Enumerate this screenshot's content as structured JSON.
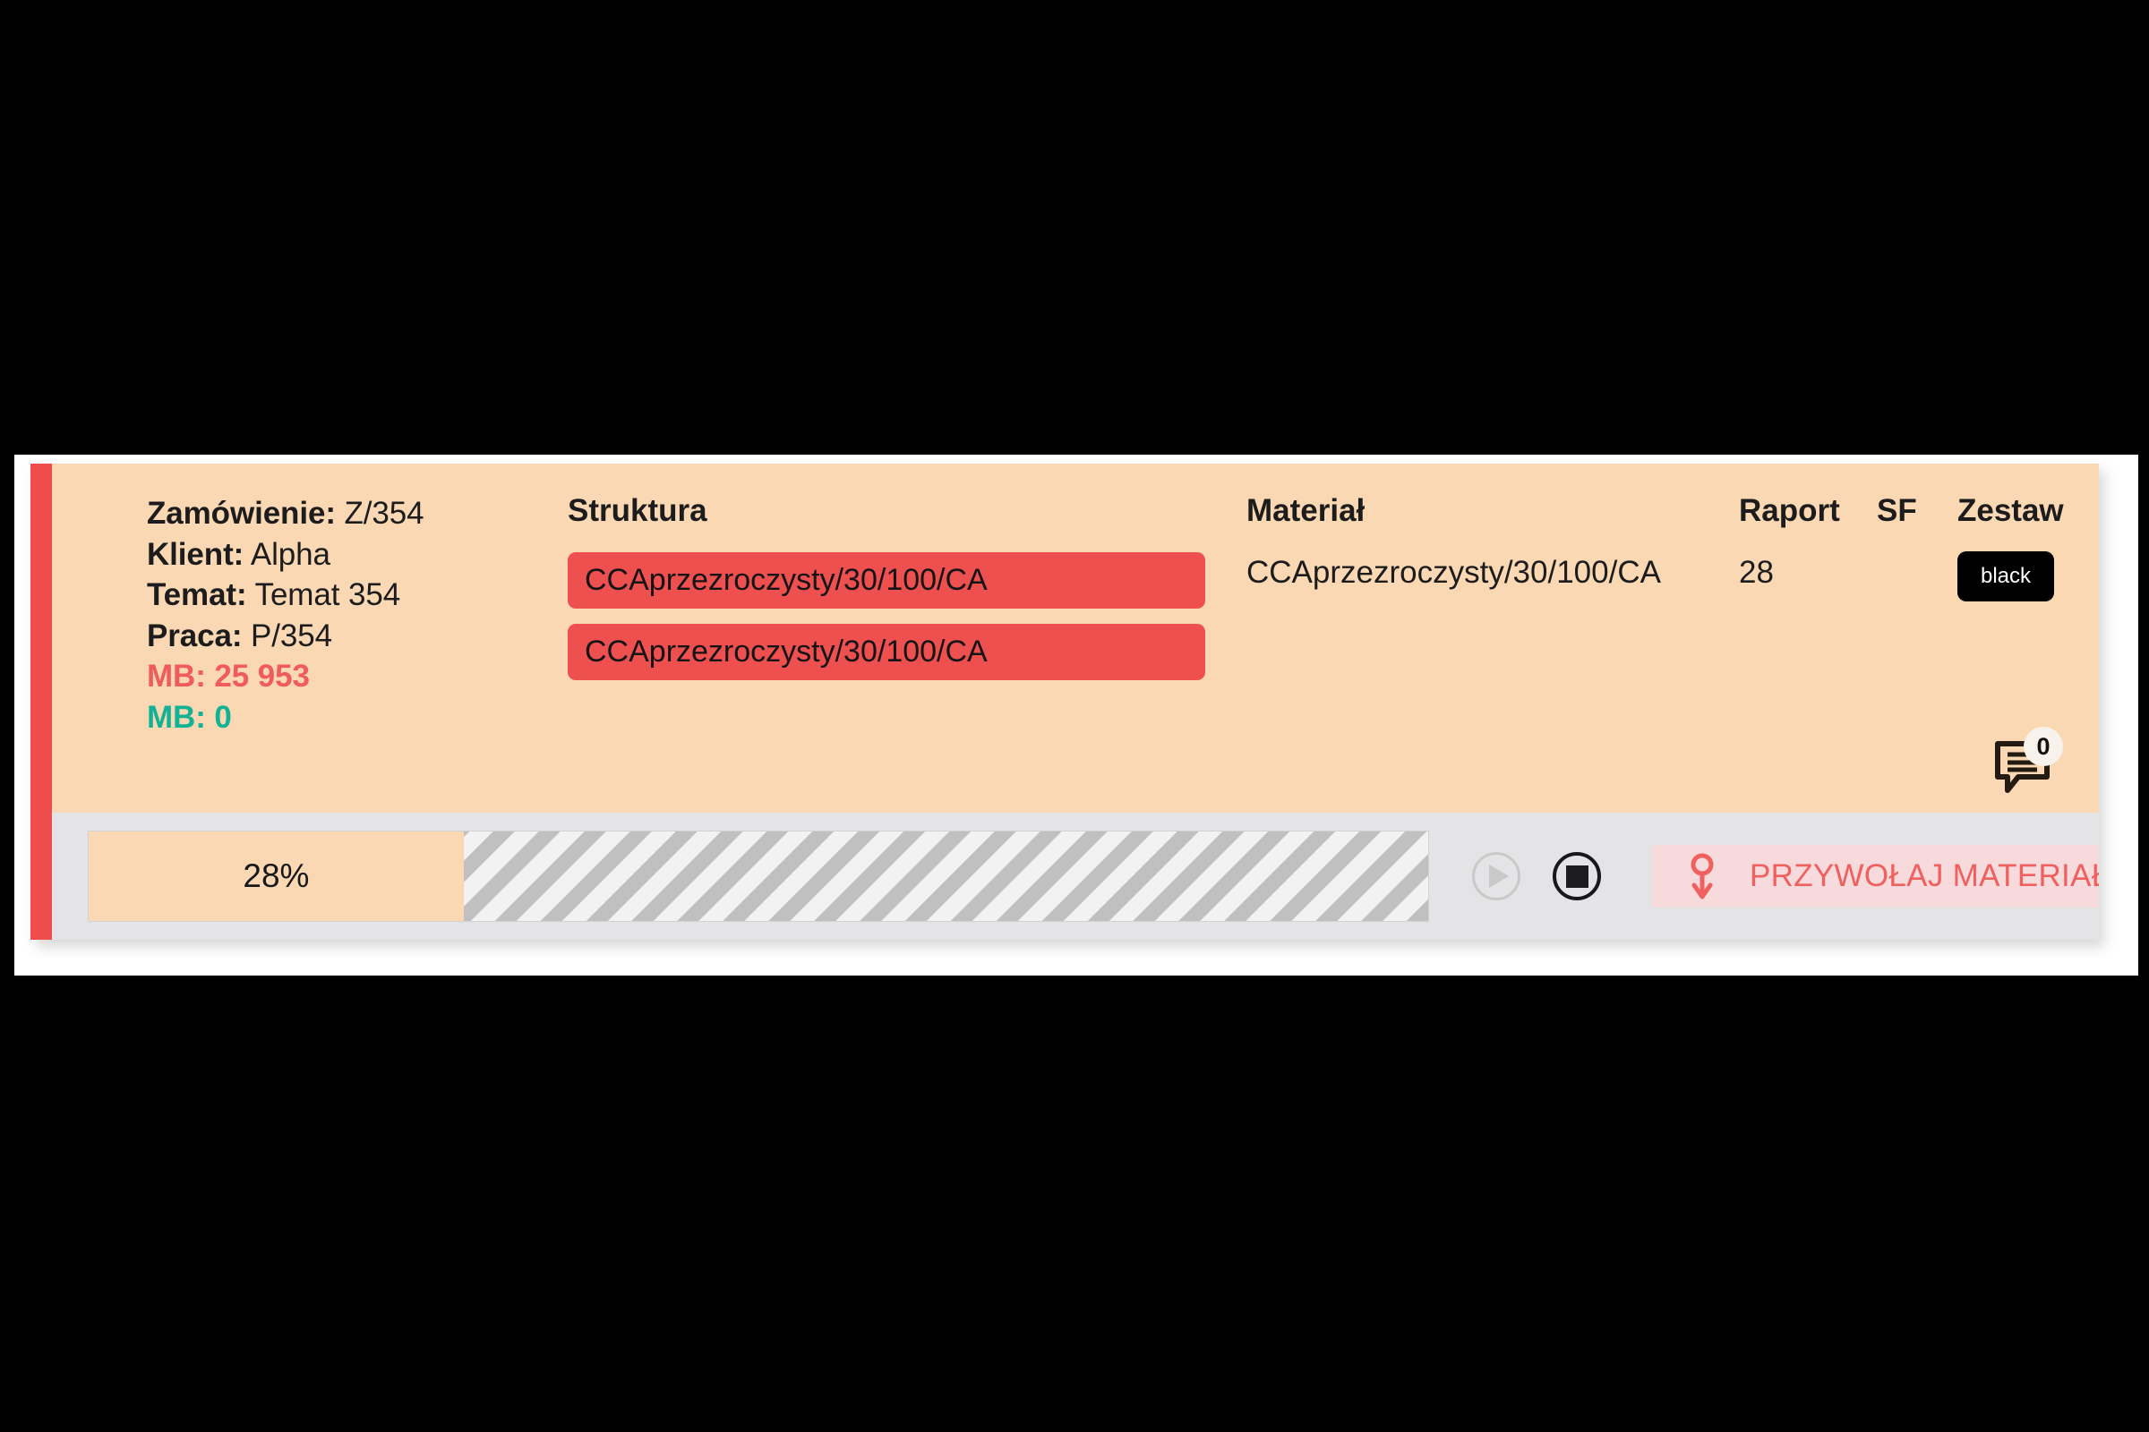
{
  "card": {
    "accent_color": "#ef4d4d",
    "background_color": "#fbd8b4",
    "info": {
      "order_label": "Zamówienie:",
      "order_value": "Z/354",
      "client_label": "Klient:",
      "client_value": "Alpha",
      "topic_label": "Temat:",
      "topic_value": "Temat 354",
      "job_label": "Praca:",
      "job_value": "P/354",
      "mb_done_label": "MB:",
      "mb_done_value": "25 953",
      "mb_done_color": "#f05b5b",
      "mb_left_label": "MB:",
      "mb_left_value": "0",
      "mb_left_color": "#12b394"
    },
    "columns": {
      "struktura_header": "Struktura",
      "material_header": "Materiał",
      "raport_header": "Raport",
      "sf_header": "SF",
      "zestaw_header": "Zestaw"
    },
    "struktura_chips": [
      "CCAprzezroczysty/30/100/CA",
      "CCAprzezroczysty/30/100/CA"
    ],
    "material_value": "CCAprzezroczysty/30/100/CA",
    "raport_value": "28",
    "zestaw_badge": "black",
    "comments": {
      "count": "0",
      "icon": "comment-bubble-icon"
    }
  },
  "footer": {
    "progress": {
      "percent_label": "28%",
      "percent_value": 28
    },
    "play_button": {
      "icon": "play-icon",
      "enabled": false
    },
    "stop_button": {
      "icon": "stop-icon",
      "enabled": true
    },
    "summon_button": {
      "label": "PRZYWOŁAJ MATERIAŁ",
      "icon": "summon-material-icon",
      "text_color": "#f0605f",
      "background_color": "#f6dadc"
    }
  }
}
